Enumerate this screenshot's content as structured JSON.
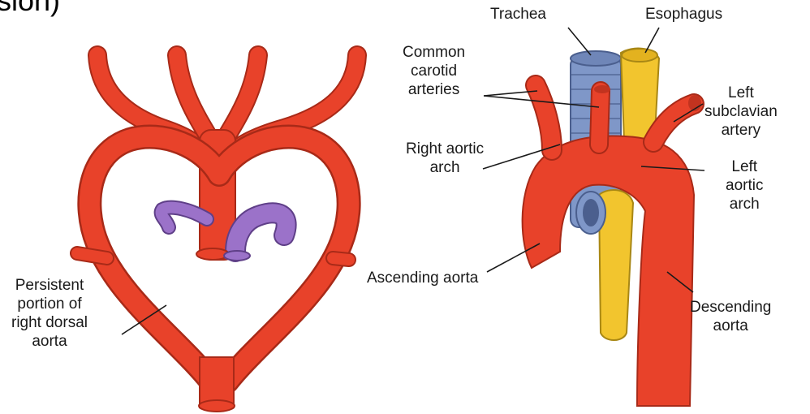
{
  "header_fragment": "sion)",
  "colors": {
    "artery": "#e8422a",
    "artery_dark": "#a82a18",
    "trachea": "#7f97c8",
    "trachea_dark": "#4b5f8e",
    "esophagus": "#f2c52e",
    "esophagus_dark": "#a88715",
    "pulmonary": "#9b72c9",
    "pulmonary_dark": "#5f3f88"
  },
  "labels": {
    "trachea": "Trachea",
    "esophagus": "Esophagus",
    "common_carotid": "Common\ncarotid\narteries",
    "left_subclavian": "Left\nsubclavian\nartery",
    "right_aortic_arch": "Right aortic\narch",
    "left_aortic_arch": "Left\naortic\narch",
    "ascending_aorta": "Ascending aorta",
    "descending_aorta": "Descending\naorta",
    "persistent_dorsal": "Persistent\nportion of\nright dorsal\naorta"
  }
}
